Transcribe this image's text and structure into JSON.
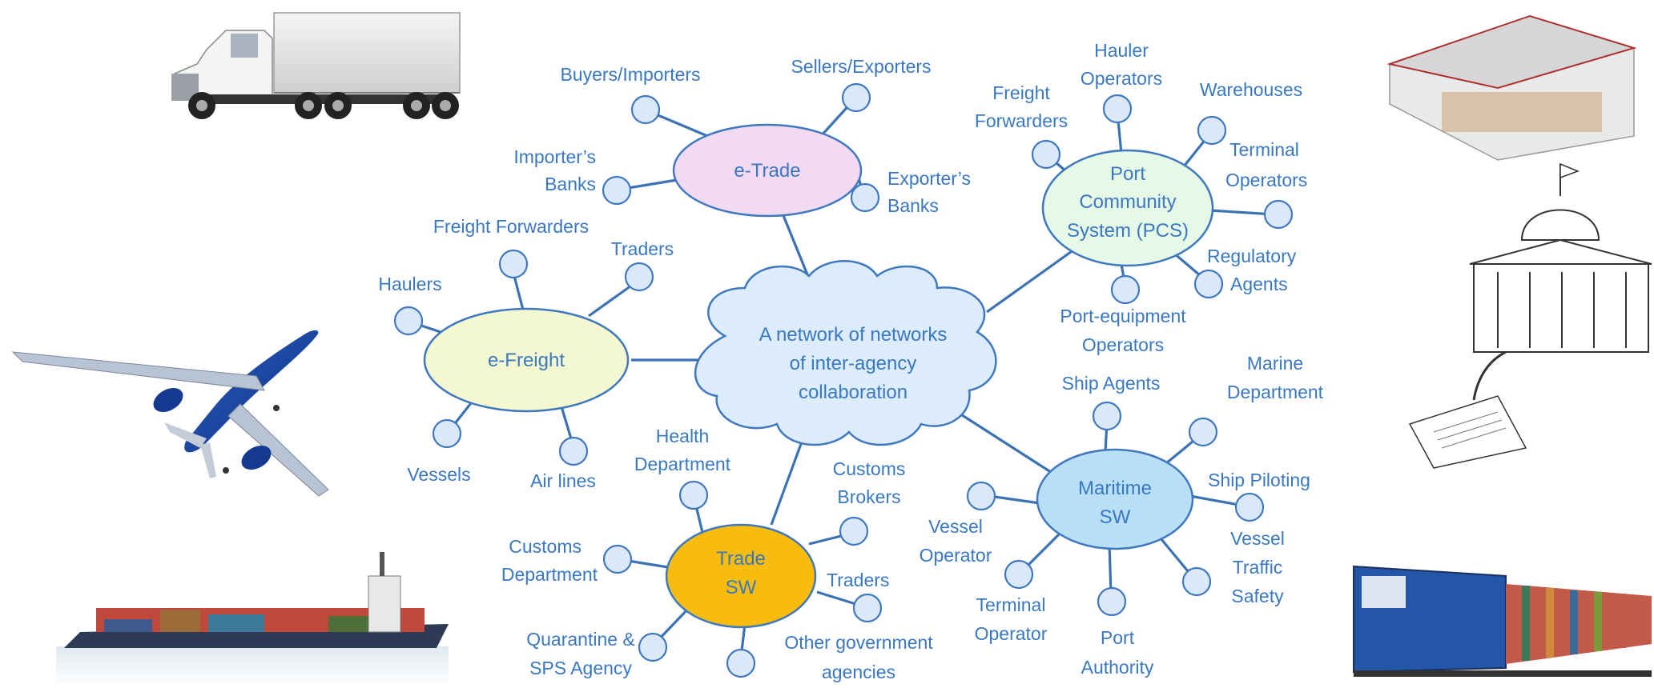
{
  "center": {
    "line1": "A network of networks",
    "line2": "of inter-agency",
    "line3": "collaboration",
    "fill": "#dcecfb"
  },
  "hubs": {
    "etrade": {
      "line1": "e-Trade",
      "fill": "#f2dbf2"
    },
    "pcs": {
      "line1": "Port",
      "line2": "Community",
      "line3": "System (PCS)",
      "fill": "#e6f8e6"
    },
    "efreight": {
      "line1": "e-Freight",
      "fill": "#f3f8d0"
    },
    "tradesw": {
      "line1": "Trade",
      "line2": "SW",
      "fill": "#f8bd0c"
    },
    "maritime": {
      "line1": "Maritime",
      "line2": "SW",
      "fill": "#b8dff5"
    }
  },
  "etrade_items": {
    "buyers": "Buyers/Importers",
    "sellers": "Sellers/Exporters",
    "importers_banks_1": "Importer’s",
    "importers_banks_2": "Banks",
    "exporters_banks_1": "Exporter’s",
    "exporters_banks_2": "Banks"
  },
  "pcs_items": {
    "hauler_1": "Hauler",
    "hauler_2": "Operators",
    "freight_1": "Freight",
    "freight_2": "Forwarders",
    "warehouses": "Warehouses",
    "terminal_1": "Terminal",
    "terminal_2": "Operators",
    "regulatory_1": "Regulatory",
    "regulatory_2": "Agents",
    "portequip_1": "Port-equipment",
    "portequip_2": "Operators"
  },
  "efreight_items": {
    "freight_forwarders": "Freight Forwarders",
    "traders": "Traders",
    "haulers": "Haulers",
    "vessels": "Vessels",
    "airlines": "Air lines"
  },
  "tradesw_items": {
    "health_1": "Health",
    "health_2": "Department",
    "brokers_1": "Customs",
    "brokers_2": "Brokers",
    "customs_1": "Customs",
    "customs_2": "Department",
    "traders": "Traders",
    "quarantine_1": "Quarantine &",
    "quarantine_2": "SPS Agency",
    "othergov_1": "Other  government",
    "othergov_2": "agencies"
  },
  "maritime_items": {
    "shipagents": "Ship Agents",
    "marine_1": "Marine",
    "marine_2": "Department",
    "piloting": "Ship Piloting",
    "vesselop_1": "Vessel",
    "vesselop_2": "Operator",
    "traffic_1": "Vessel",
    "traffic_2": "Traffic",
    "traffic_3": "Safety",
    "terminalop_1": "Terminal",
    "terminalop_2": "Operator",
    "portauth_1": "Port",
    "portauth_2": "Authority"
  },
  "icons": [
    "truck-icon",
    "airplane-icon",
    "container-ship-icon",
    "warehouse-icon",
    "government-building-icon",
    "freight-train-icon"
  ],
  "colors": {
    "text": "#3a78bf",
    "lines": "#3b72b3",
    "leaf_fill": "#dbe8f8"
  }
}
